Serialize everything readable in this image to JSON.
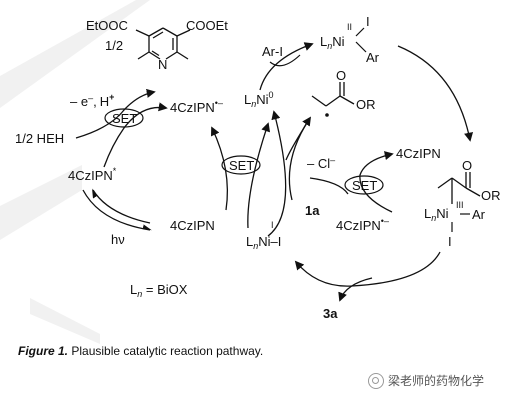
{
  "labels": {
    "ester_left": "EtOOC",
    "ester_right": "COOEt",
    "half": "1/2",
    "pyridine_n": "N",
    "electron_loss": "– e",
    "electron_sup": "–",
    "proton": "H",
    "proton_sup": "+",
    "comma": ",",
    "set": "SET",
    "hantzsch": "1/2 HEH",
    "excited": "4CzIPN",
    "excited_sup": "*",
    "hv": "hν",
    "czipn_radical": "4CzIPN",
    "czipn_radical_sup": "•–",
    "ni0_L": "L",
    "ni0_n": "n",
    "ni0_Ni": "Ni",
    "ni0_ox": "0",
    "czipn_lower": "4CzIPN",
    "niI_L": "L",
    "niI_n": "n",
    "niI_NiI": "Ni–I",
    "niI_ox": "I",
    "ligand_def_L": "L",
    "ligand_def_n": "n",
    "ligand_def_rest": " = BiOX",
    "aryl_iodide": "Ar-I",
    "niII_L": "L",
    "niII_n": "n",
    "niII_Ni": "Ni",
    "niII_ox": "II",
    "niII_I": "I",
    "niII_Ar": "Ar",
    "radical_or": "OR",
    "radical_o": "O",
    "chloride": "– Cl",
    "chloride_sup": "–",
    "czipn_right": "4CzIPN",
    "substrate": "1a",
    "czipn_right_radical": "4CzIPN",
    "czipn_right_radical_sup": "•–",
    "niIII_L": "L",
    "niIII_n": "n",
    "niIII_Ni": "Ni",
    "niIII_ox": "III",
    "niIII_Ar": "Ar",
    "niIII_I": "I",
    "niIII_o": "O",
    "niIII_or": "OR",
    "product": "3a"
  },
  "caption": {
    "figure_label": "Figure 1.",
    "text": " Plausible catalytic reaction pathway."
  },
  "watermark": {
    "text": "梁老师的药物化学"
  },
  "colors": {
    "ink": "#111111",
    "watermark_text": "#555555",
    "watermark_logo": "#9a9a9a",
    "background_mark": "#f1f1f1"
  }
}
